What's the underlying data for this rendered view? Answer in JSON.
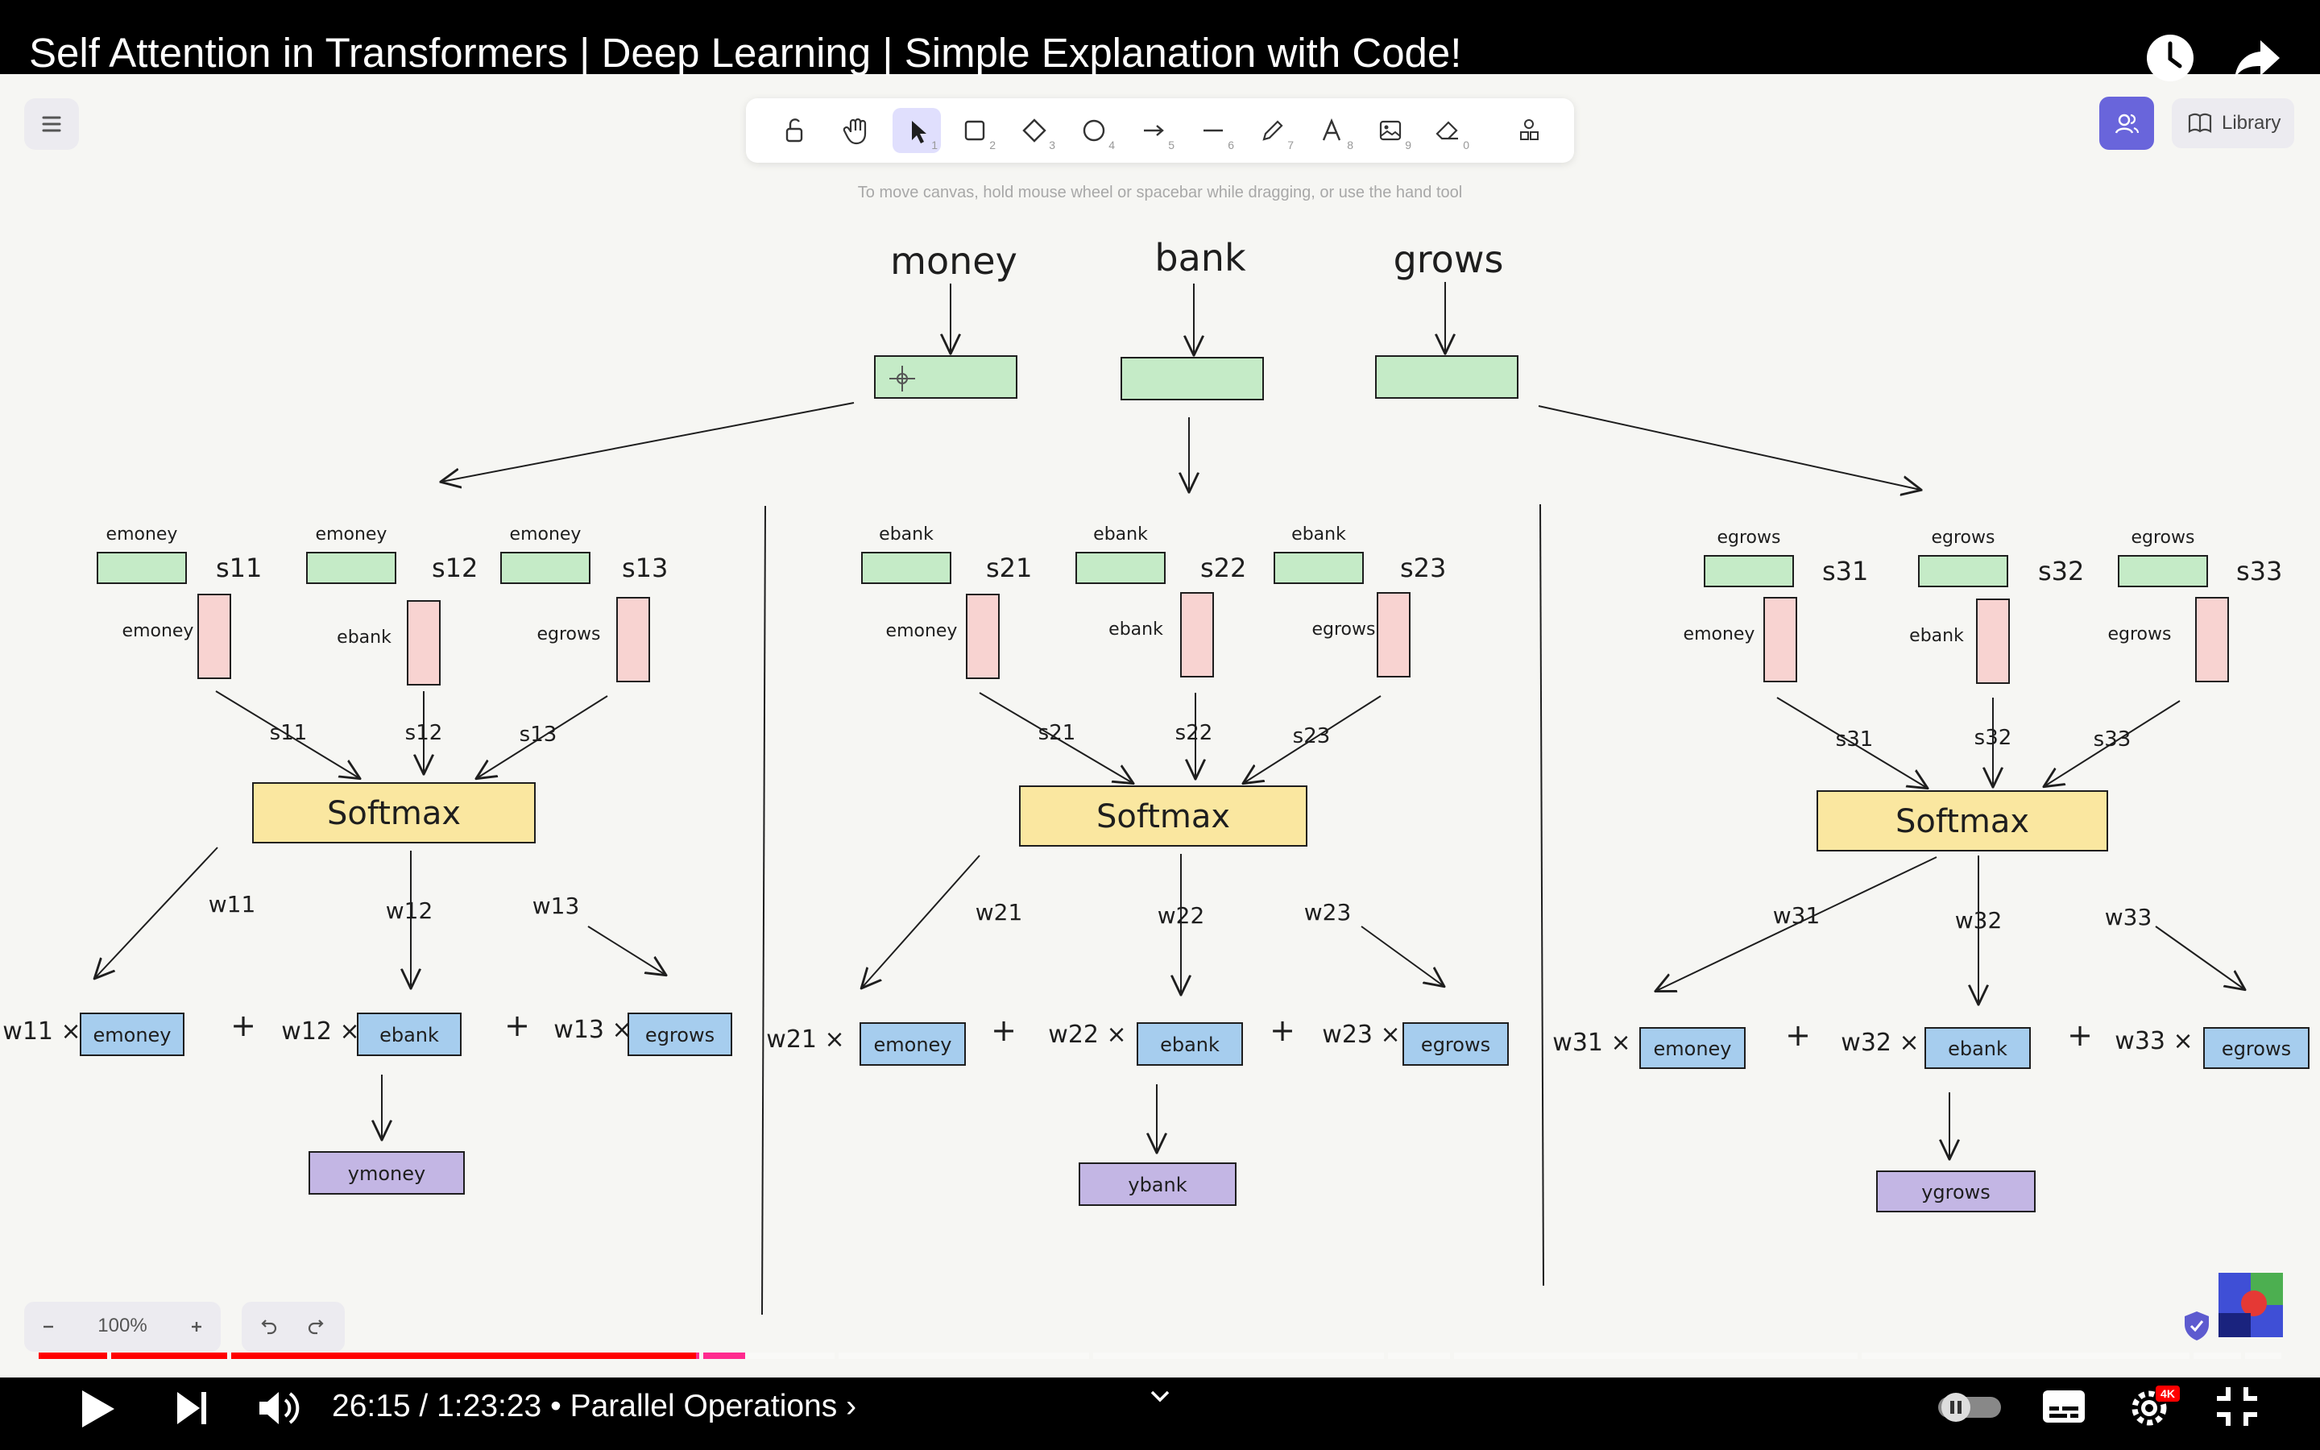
{
  "video": {
    "title": "Self Attention in Transformers | Deep Learning | Simple Explanation with Code!",
    "time_display": "26:15 / 1:23:23",
    "chapter": "• Parallel Operations ›",
    "progress_fraction": 0.315,
    "quality_badge": "4K"
  },
  "editor": {
    "hint": "To move canvas, hold mouse wheel or spacebar while dragging, or use the hand tool",
    "library_label": "Library",
    "zoom_level": "100%",
    "zoom_out": "−",
    "zoom_in": "+",
    "tools": [
      {
        "name": "lock",
        "num": ""
      },
      {
        "name": "hand",
        "num": ""
      },
      {
        "name": "selection",
        "num": "1",
        "active": true
      },
      {
        "name": "rectangle",
        "num": "2"
      },
      {
        "name": "diamond",
        "num": "3"
      },
      {
        "name": "ellipse",
        "num": "4"
      },
      {
        "name": "arrow",
        "num": "5"
      },
      {
        "name": "line",
        "num": "6"
      },
      {
        "name": "draw",
        "num": "7"
      },
      {
        "name": "text",
        "num": "8"
      },
      {
        "name": "image",
        "num": "9"
      },
      {
        "name": "eraser",
        "num": "0"
      },
      {
        "name": "extra-tools",
        "num": ""
      }
    ]
  },
  "diagram": {
    "words": [
      "money",
      "bank",
      "grows"
    ],
    "softmax_label": "Softmax",
    "plus": "+",
    "times": "×",
    "colors": {
      "green": "#c5ebc7",
      "pink": "#f8d3d1",
      "yellow": "#fae7a0",
      "blue": "#a6cdee",
      "purple": "#c3b6e4",
      "stroke": "#1e1e1e"
    },
    "groups": [
      {
        "query": "emoney",
        "scores": [
          "s11",
          "s12",
          "s13"
        ],
        "keys": [
          "emoney",
          "ebank",
          "egrows"
        ],
        "weights": [
          "w11",
          "w12",
          "w13"
        ],
        "values": [
          "emoney",
          "ebank",
          "egrows"
        ],
        "output": "ymoney"
      },
      {
        "query": "ebank",
        "scores": [
          "s21",
          "s22",
          "s23"
        ],
        "keys": [
          "emoney",
          "ebank",
          "egrows"
        ],
        "weights": [
          "w21",
          "w22",
          "w23"
        ],
        "values": [
          "emoney",
          "ebank",
          "egrows"
        ],
        "output": "ybank"
      },
      {
        "query": "egrows",
        "scores": [
          "s31",
          "s32",
          "s33"
        ],
        "keys": [
          "emoney",
          "ebank",
          "egrows"
        ],
        "weights": [
          "w31",
          "w32",
          "w33"
        ],
        "values": [
          "emoney",
          "ebank",
          "egrows"
        ],
        "output": "ygrows"
      }
    ]
  }
}
